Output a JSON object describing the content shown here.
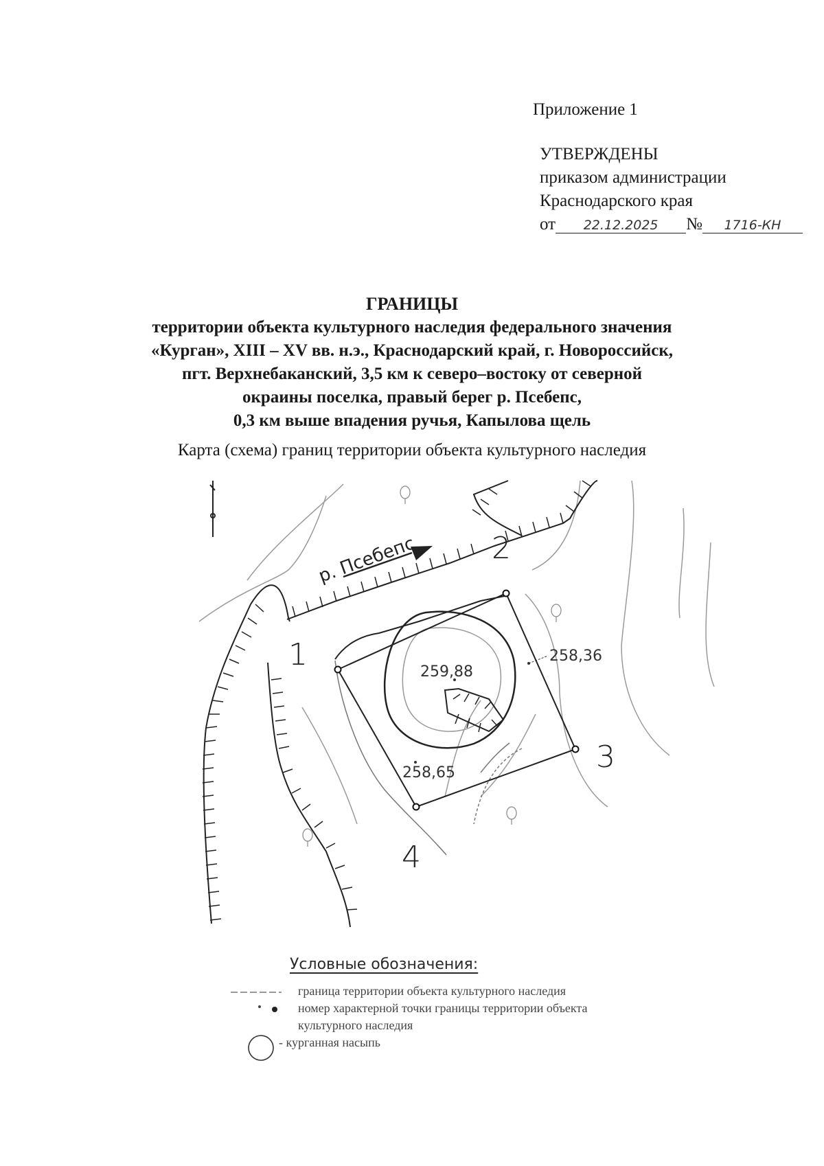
{
  "header": {
    "annex": "Приложение 1",
    "approved": "УТВЕРЖДЕНЫ",
    "by_order": "приказом администрации",
    "region": "Краснодарского края",
    "date_prefix": "от",
    "date_handwritten": "22.12.2025",
    "number_sign": "№",
    "number_handwritten": "1716-КН"
  },
  "title": {
    "heading": "ГРАНИЦЫ",
    "lines": [
      "территории объекта культурного наследия федерального значения",
      "«Курган», XIII – XV вв. н.э., Краснодарский край, г. Новороссийск,",
      "пгт. Верхнебаканский, 3,5 км к северо–востоку от северной",
      "окраины поселка, правый берег р. Псебепс,",
      "0,3 км выше впадения ручья, Капылова щель"
    ]
  },
  "map_caption": "Карта (схема) границ территории объекта культурного наследия",
  "map": {
    "river_label": "р. Псебепс",
    "points": [
      {
        "label": "1"
      },
      {
        "label": "2"
      },
      {
        "label": "3"
      },
      {
        "label": "4"
      }
    ],
    "elevations": [
      "259,88",
      "258,36",
      "258,65"
    ],
    "line_color": "#222222"
  },
  "legend": {
    "title": "Условные обозначения:",
    "items": [
      {
        "text": "граница территории объекта культурного наследия"
      },
      {
        "text": "номер характерной точки границы территории объекта"
      },
      {
        "text": "культурного наследия"
      },
      {
        "text": "- курганная насыпь"
      }
    ]
  }
}
